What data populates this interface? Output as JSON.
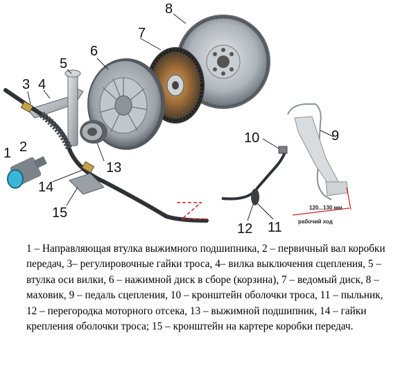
{
  "labels": {
    "n1": "1",
    "n2": "2",
    "n3": "3",
    "n4": "4",
    "n5": "5",
    "n6": "6",
    "n7": "7",
    "n8": "8",
    "n9": "9",
    "n10": "10",
    "n11": "11",
    "n12": "12",
    "n13": "13",
    "n14": "14",
    "n15": "15"
  },
  "stroke_label": "120...130 мм",
  "stroke_caption": "рабочий ход",
  "caption": "1 – Направляющая втулка выжимного подшипника, 2 – первичный вал коробки передач, 3– регулировочные гайки троса, 4– вилка выключения сцепления, 5 – втулка оси вилки, 6 – нажимной диск в сборе (корзина), 7 – ведомый диск, 8 – маховик, 9 – педаль сцепления, 10 – кронштейн оболочки троса, 11 – пыльник, 12 – перегородка моторного отсека, 13 – выжимной подшипник, 14 – гайки крепления оболочки троса; 15 – кронштейн на картере коробки передач.",
  "colors": {
    "metal": "#b9bec3",
    "dark": "#4a4f55",
    "copper": "#b8783a",
    "accent_red": "#d42020",
    "cyan": "#3cb6d8"
  }
}
